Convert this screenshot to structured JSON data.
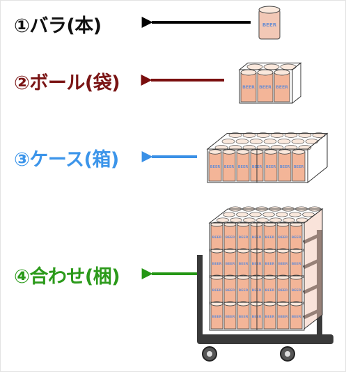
{
  "rows": [
    {
      "label": "①バラ(本)",
      "color": "#111111",
      "arrow_color": "#000000"
    },
    {
      "label": "②ボール(袋)",
      "color": "#7a1414",
      "arrow_color": "#7a0e0e"
    },
    {
      "label": "③ケース(箱)",
      "color": "#3c95ea",
      "arrow_color": "#3a90e6"
    },
    {
      "label": "④合わせ(梱)",
      "color": "#2b9a1a",
      "arrow_color": "#249614"
    }
  ],
  "can_label": "BEER",
  "can_colors": {
    "body": "#f3b598",
    "top": "#fae8dc",
    "band": "#f2c8b6",
    "text": "#6f8fcf"
  },
  "cart_color": "#3a3a3a"
}
